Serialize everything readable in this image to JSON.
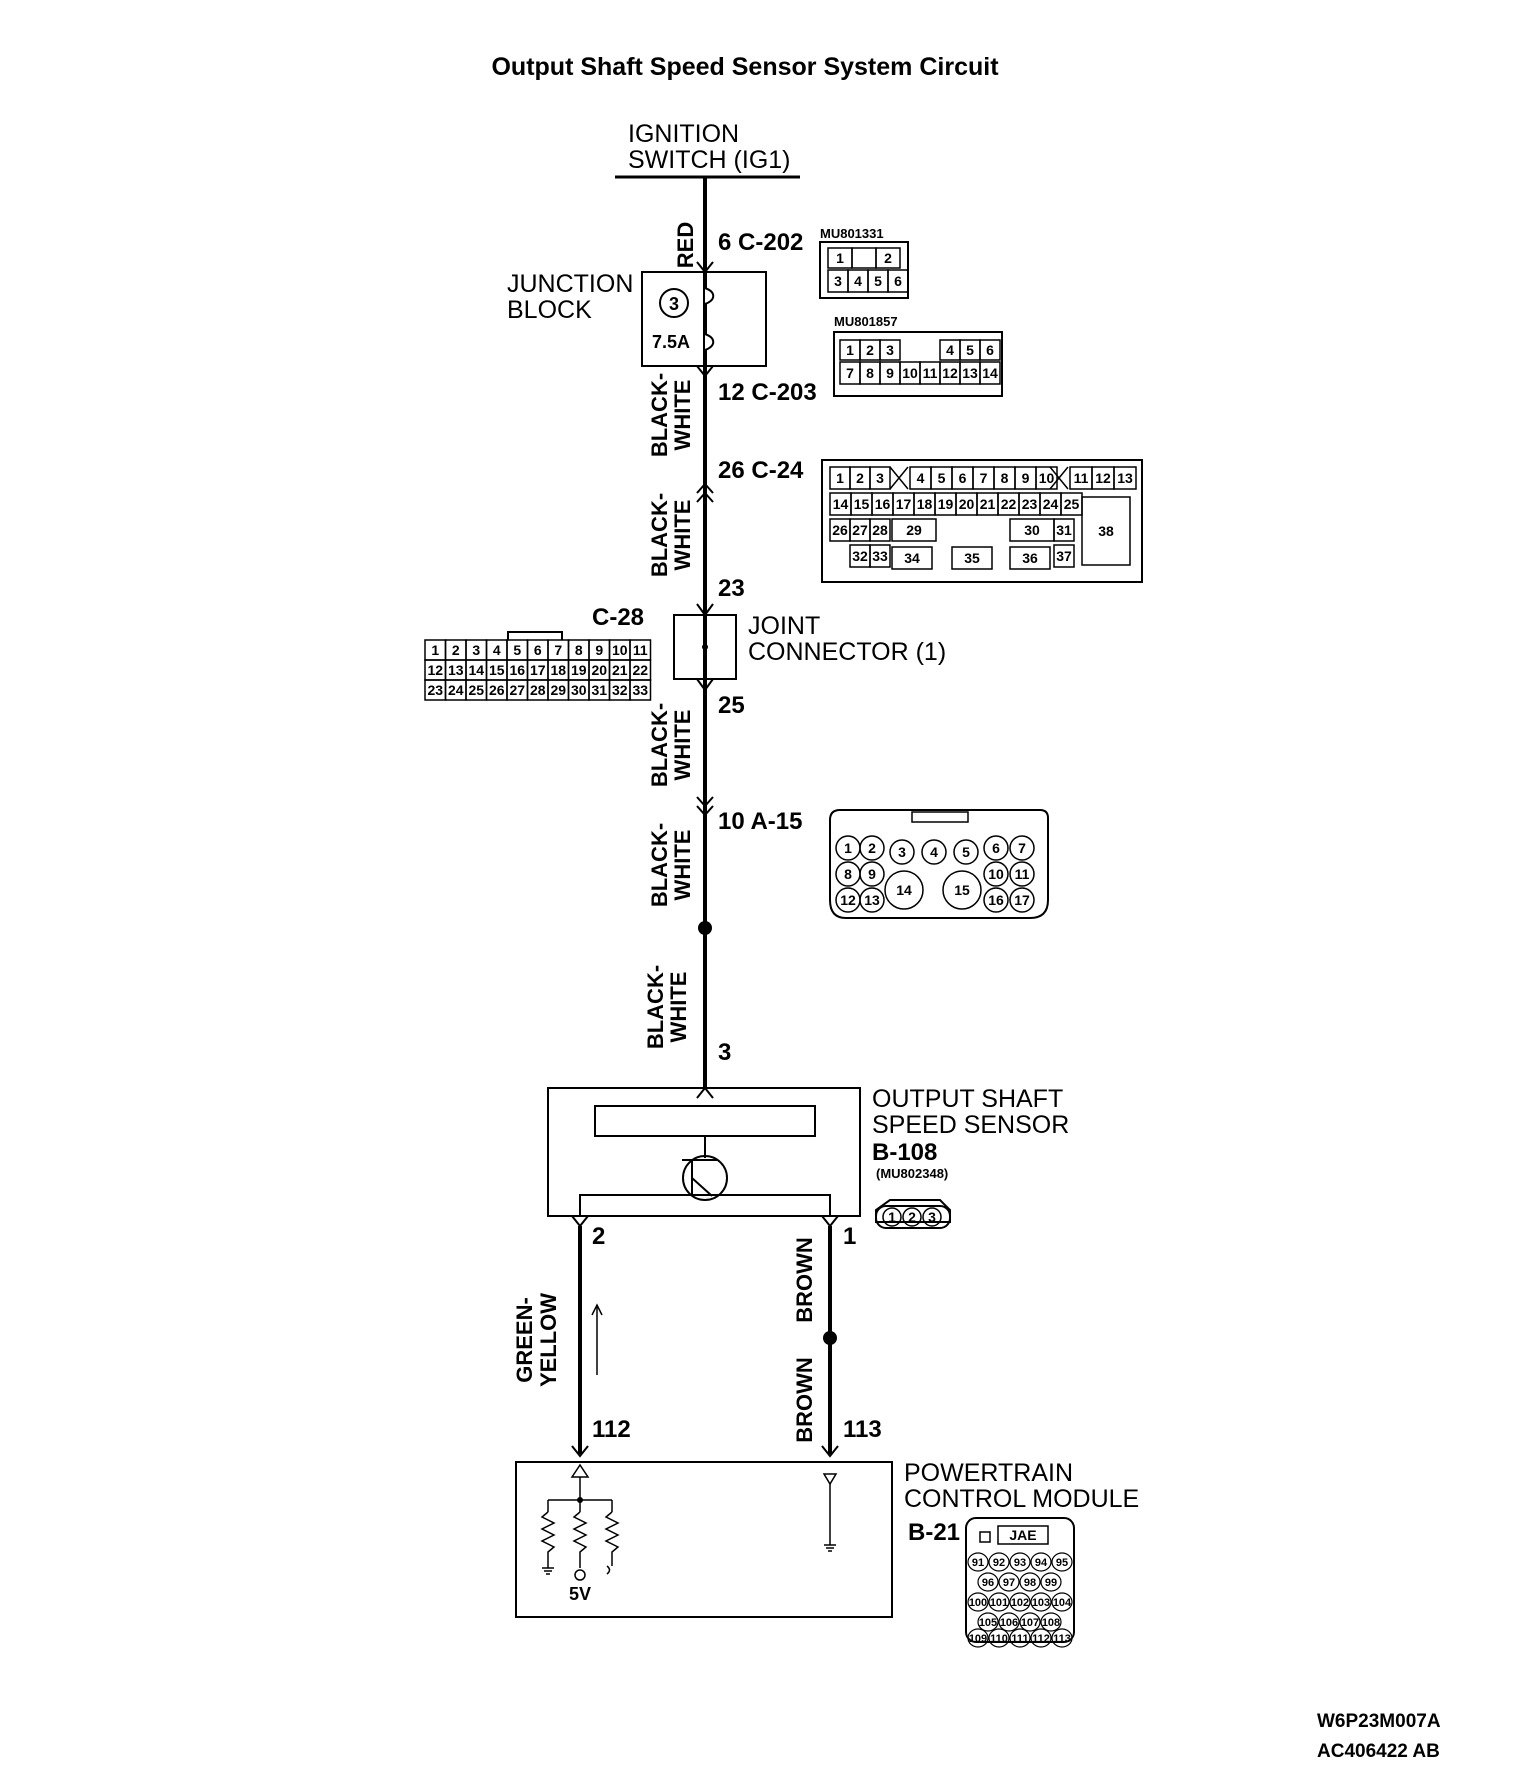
{
  "title": "Output Shaft Speed Sensor System Circuit",
  "ignition_switch": {
    "line1": "IGNITION",
    "line2": "SWITCH (IG1)"
  },
  "junction_block": {
    "line1": "JUNCTION",
    "line2": "BLOCK",
    "fuse_number": "3",
    "fuse_rating": "7.5A"
  },
  "joint_connector": {
    "line1": "JOINT",
    "line2": "CONNECTOR (1)"
  },
  "output_shaft_sensor": {
    "line1": "OUTPUT SHAFT",
    "line2": "SPEED SENSOR",
    "connector": "B-108",
    "part": "(MU802348)"
  },
  "pcm": {
    "line1": "POWERTRAIN",
    "line2": "CONTROL MODULE",
    "connector": "B-21",
    "maker": "JAE",
    "voltage": "5V"
  },
  "pins": {
    "c202": "6  C-202",
    "c203": "12  C-203",
    "c24": "26  C-24",
    "p23": "23",
    "p25": "25",
    "a15": "10  A-15",
    "p3": "3",
    "p2": "2",
    "p1": "1",
    "p112": "112",
    "p113": "113"
  },
  "wires": {
    "red": "RED",
    "bw_line1": "BLACK-",
    "bw_line2": "WHITE",
    "gy_line1": "GREEN-",
    "gy_line2": "YELLOW",
    "brown": "BROWN"
  },
  "connectors": {
    "mu801331": "MU801331",
    "mu801857": "MU801857",
    "c28": "C-28"
  },
  "codes": {
    "line1": "W6P23M007A",
    "line2": "AC406422 AB"
  },
  "pinouts": {
    "mu801331_top": [
      "1",
      "",
      "2"
    ],
    "mu801331_bottom": [
      "3",
      "4",
      "5",
      "6"
    ],
    "mu801857_top": [
      "1",
      "2",
      "3",
      "4",
      "5",
      "6"
    ],
    "mu801857_bottom": [
      "7",
      "8",
      "9",
      "10",
      "11",
      "12",
      "13",
      "14"
    ],
    "c24_row1": [
      "1",
      "2",
      "3",
      "4",
      "5",
      "6",
      "7",
      "8",
      "9",
      "10",
      "11",
      "12",
      "13"
    ],
    "c24_row2": [
      "14",
      "15",
      "16",
      "17",
      "18",
      "19",
      "20",
      "21",
      "22",
      "23",
      "24",
      "25"
    ],
    "c24_row3": [
      "26",
      "27",
      "28",
      "29",
      "30",
      "31"
    ],
    "c24_row4": [
      "32",
      "33",
      "34",
      "35",
      "36",
      "37"
    ],
    "c24_big": "38",
    "c28_row1": [
      "1",
      "2",
      "3",
      "4",
      "5",
      "6",
      "7",
      "8",
      "9",
      "10",
      "11"
    ],
    "c28_row2": [
      "12",
      "13",
      "14",
      "15",
      "16",
      "17",
      "18",
      "19",
      "20",
      "21",
      "22"
    ],
    "c28_row3": [
      "23",
      "24",
      "25",
      "26",
      "27",
      "28",
      "29",
      "30",
      "31",
      "32",
      "33"
    ],
    "a15_row1": [
      "1",
      "2",
      "3",
      "4",
      "5",
      "6",
      "7"
    ],
    "a15_row2": [
      "8",
      "9",
      "10",
      "11"
    ],
    "a15_row3": [
      "12",
      "13",
      "14",
      "15",
      "16",
      "17"
    ],
    "b108": [
      "1",
      "2",
      "3"
    ],
    "b21_row1": [
      "91",
      "92",
      "93",
      "94",
      "95"
    ],
    "b21_row2": [
      "96",
      "97",
      "98",
      "99"
    ],
    "b21_row3": [
      "100",
      "101",
      "102",
      "103",
      "104"
    ],
    "b21_row4": [
      "105",
      "106",
      "107",
      "108"
    ],
    "b21_row5": [
      "109",
      "110",
      "111",
      "112",
      "113"
    ]
  }
}
